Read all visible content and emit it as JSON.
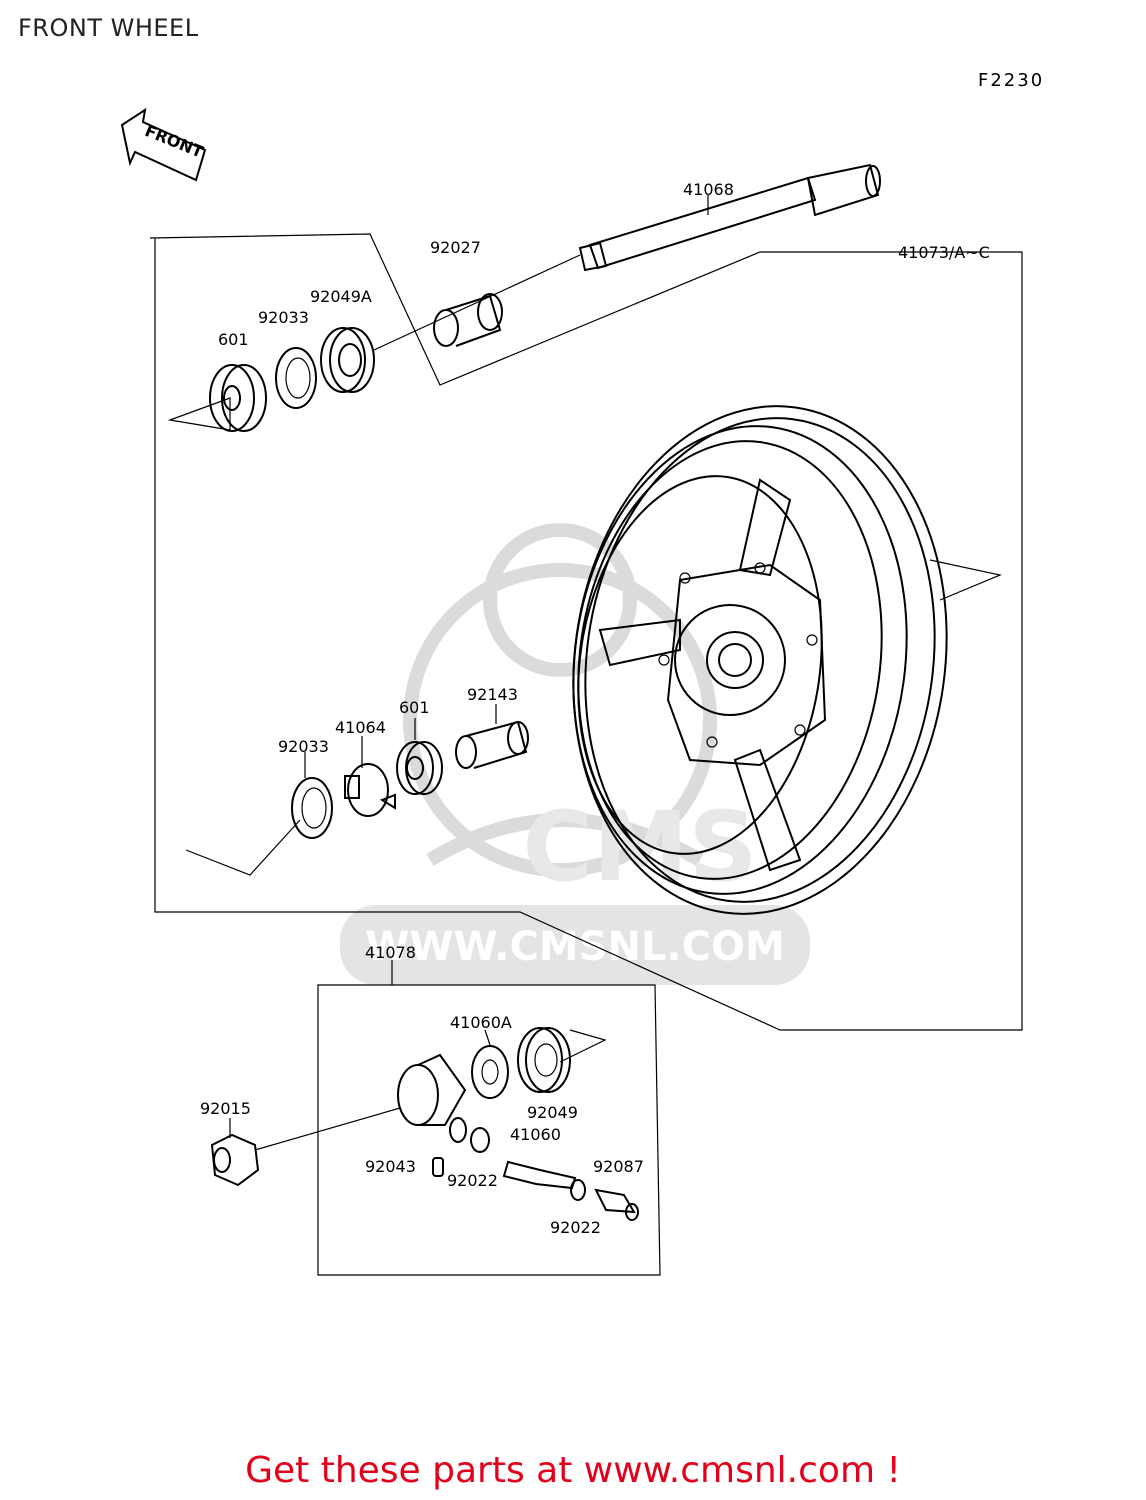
{
  "page": {
    "title": "FRONT WHEEL",
    "diagram_code": "F2230"
  },
  "front_arrow": {
    "label": "FRONT"
  },
  "watermark": {
    "text": "WWW.CMSNL.COM",
    "logo": "CMS"
  },
  "parts": {
    "p41068": "41068",
    "p41073": "41073/A~C",
    "p92027": "92027",
    "p92049A": "92049A",
    "p92033_top": "92033",
    "p601_top": "601",
    "p92143": "92143",
    "p601_mid": "601",
    "p41064": "41064",
    "p92033_mid": "92033",
    "p41078": "41078",
    "p41060A": "41060A",
    "p92049": "92049",
    "p41060": "41060",
    "p92015": "92015",
    "p92043": "92043",
    "p92022_a": "92022",
    "p92087": "92087",
    "p92022_b": "92022"
  },
  "footer": {
    "text": "Get these parts at www.cmsnl.com !",
    "color": "#e3001b"
  }
}
